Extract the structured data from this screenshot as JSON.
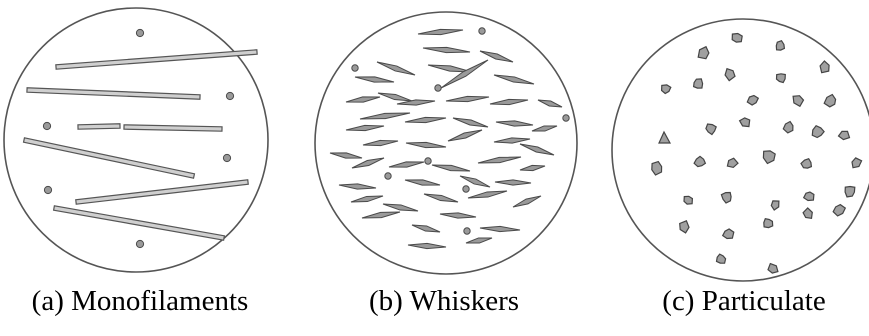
{
  "panels": [
    {
      "id": "a",
      "caption": "(a) Monofilaments"
    },
    {
      "id": "b",
      "caption": "(b) Whiskers"
    },
    {
      "id": "c",
      "caption": "(c) Particulate"
    }
  ],
  "colors": {
    "outline": "#555555",
    "fill_gray": "#a0a0a0",
    "fiber_fill": "#cfcfcf",
    "background": "#ffffff"
  }
}
